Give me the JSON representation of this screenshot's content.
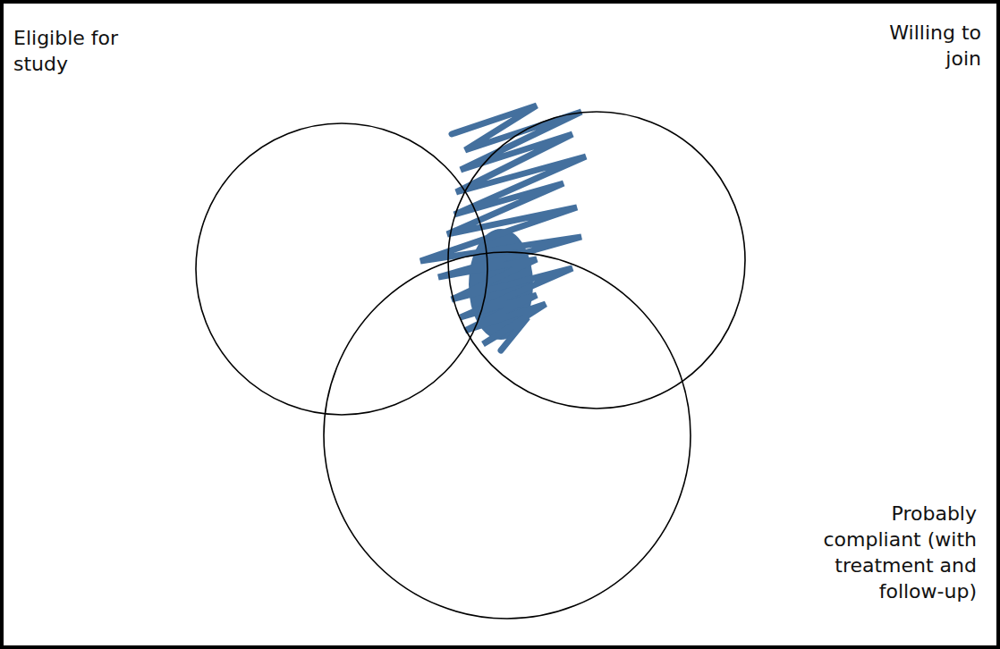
{
  "diagram": {
    "nodes": [
      {
        "text": [
          "Eligible for study"
        ]
      },
      {
        "text": [
          "Willing to join"
        ]
      },
      {
        "text": [
          "Probably compliant (with treatment and follow-up)"
        ]
      }
    ]
  }
}
